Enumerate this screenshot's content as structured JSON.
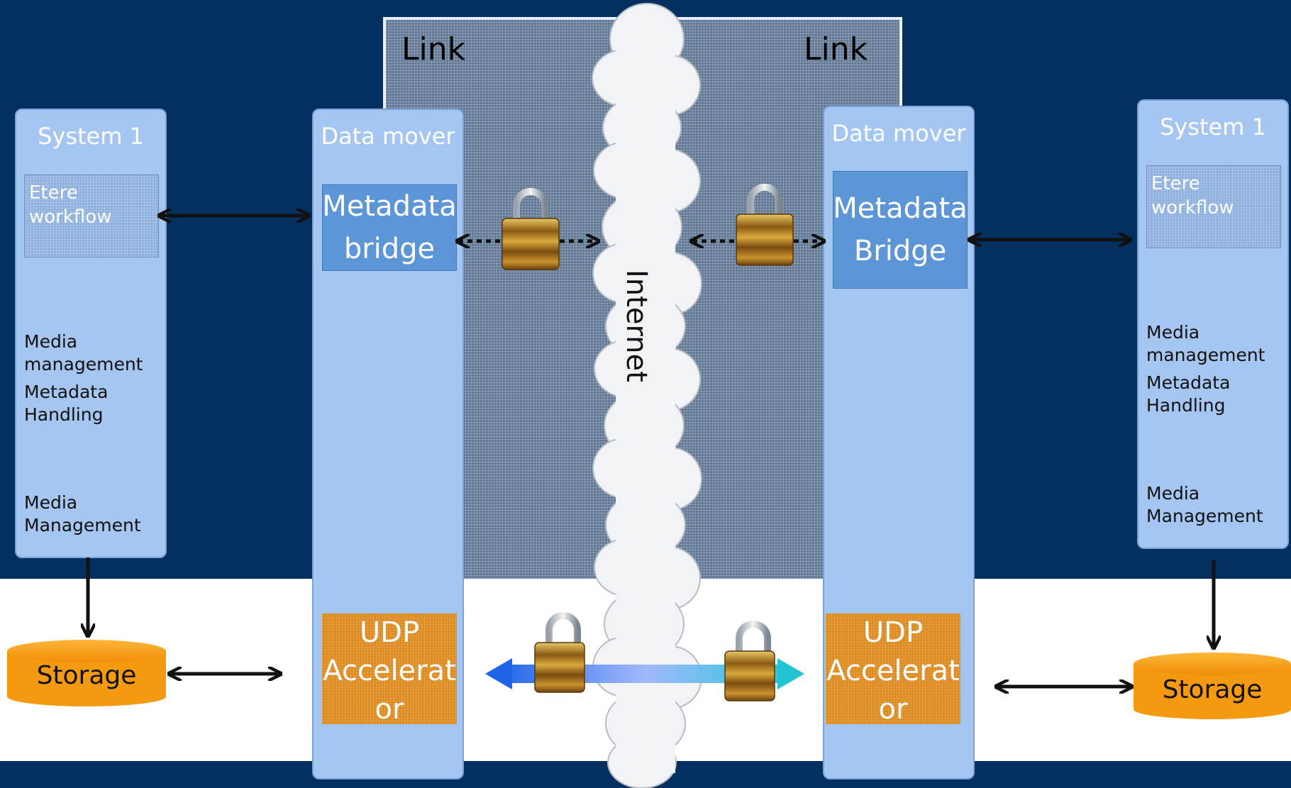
{
  "link": {
    "left_label": "Link",
    "right_label": "Link"
  },
  "internet": {
    "label": "Internet"
  },
  "left_system": {
    "title": "System 1",
    "etere": "Etere\nworkflow",
    "media_management": "Media\nmanagement",
    "metadata_handling": "Metadata\nHandling",
    "media_management_2": "Media\nManagement"
  },
  "right_system": {
    "title": "System 1",
    "etere": "Etere\nworkflow",
    "media_management": "Media\nmanagement",
    "metadata_handling": "Metadata\nHandling",
    "media_management_2": "Media\nManagement"
  },
  "left_mover": {
    "title": "Data mover",
    "metadata": "Metadata\nbridge",
    "udp": "UDP\nAccelerat\nor"
  },
  "right_mover": {
    "title": "Data mover",
    "metadata": "Metadata\nBridge",
    "udp": "UDP\nAccelerat\nor"
  },
  "storage": {
    "left": "Storage",
    "right": "Storage"
  },
  "colors": {
    "background": "#04305f",
    "panel": "#a6c6f2",
    "metadata_box": "#5d96d6",
    "udp_box": "#e08a1a",
    "storage": "#f59a10",
    "cloud": "#f2f3f6"
  }
}
